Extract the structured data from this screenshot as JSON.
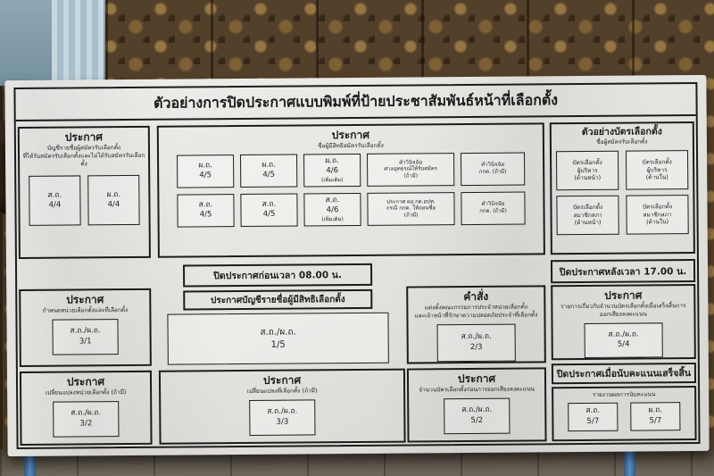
{
  "banner": {
    "title": "ตัวอย่างการปิดประกาศแบบพิมพ์ที่ป้ายประชาสัมพันธ์หน้าที่เลือกตั้ง",
    "strips": {
      "before_0800": "ปิดประกาศก่อนเวลา 08.00 น.",
      "after_1700": "ปิดประกาศหลังเวลา 17.00 น.",
      "after_count": "ปิดประกาศเมื่อนับคะแนนเสร็จสิ้น"
    },
    "sections": {
      "candidates": {
        "header": "ประกาศ",
        "sub1": "บัญชีรายชื่อผู้สมัครรับเลือกตั้ง",
        "sub2": "ที่ได้รับสมัครรับเลือกตั้งและไม่ได้รับสมัครรับเลือกตั้ง",
        "boxes": [
          {
            "line1": "ส.ถ.",
            "line2": "4/4"
          },
          {
            "line1": "ผ.ถ.",
            "line2": "4/4"
          }
        ]
      },
      "eligible": {
        "header": "ประกาศ",
        "sub": "ชื่อผู้มีสิทธิสมัครรับเลือกตั้ง",
        "row1": [
          {
            "line1": "ผ.ถ.",
            "line2": "4/5",
            "line3": ""
          },
          {
            "line1": "ผ.ถ.",
            "line2": "4/5",
            "line3": ""
          },
          {
            "line1": "ผ.ถ.",
            "line2": "4/6",
            "line3": "(เพิ่มเติม)"
          },
          {
            "line1": "คำวินิจฉัย",
            "line2": "ศาลอุทธรณ์ให้รับสมัคร",
            "line3": "(ถ้ามี)"
          },
          {
            "line1": "คำวินิจฉัย",
            "line2": "กกต. (ถ้ามี)",
            "line3": ""
          }
        ],
        "row2": [
          {
            "line1": "ส.ถ.",
            "line2": "4/5",
            "line3": ""
          },
          {
            "line1": "ส.ถ.",
            "line2": "4/5",
            "line3": ""
          },
          {
            "line1": "ส.ถ.",
            "line2": "4/6",
            "line3": "(เพิ่มเติม)"
          },
          {
            "line1": "ประกาศ ผอ.กต.อปท.",
            "line2": "กรณี กกต. ให้ถอนชื่อ",
            "line3": "(ถ้ามี)"
          },
          {
            "line1": "คำวินิจฉัย",
            "line2": "กกต. (ถ้ามี)",
            "line3": ""
          }
        ]
      },
      "ballot_samples": {
        "header": "ตัวอย่างบัตรเลือกตั้ง",
        "sub": "ชื่อผู้สมัครรับเลือกตั้ง",
        "boxes": [
          {
            "line1": "บัตรเลือกตั้ง",
            "line2": "ผู้บริหาร",
            "line3": "(ด้านหน้า)"
          },
          {
            "line1": "บัตรเลือกตั้ง",
            "line2": "ผู้บริหาร",
            "line3": "(ด้านใน)"
          },
          {
            "line1": "บัตรเลือกตั้ง",
            "line2": "สมาชิกสภา",
            "line3": "(ด้านหน้า)"
          },
          {
            "line1": "บัตรเลือกตั้ง",
            "line2": "สมาชิกสภา",
            "line3": "(ด้านใน)"
          }
        ]
      },
      "units": {
        "header": "ประกาศ",
        "sub": "กำหนดหน่วยเลือกตั้งและที่เลือกตั้ง",
        "box": {
          "line1": "ส.ถ./ผ.ถ.",
          "line2": "3/1"
        }
      },
      "unit_change": {
        "header": "ประกาศ",
        "sub": "เปลี่ยนแปลงหน่วยเลือกตั้ง (ถ้ามี)",
        "box": {
          "line1": "ส.ถ./ผ.ถ.",
          "line2": "3/2"
        }
      },
      "voter_list": {
        "header": "ประกาศบัญชีรายชื่อผู้มีสิทธิเลือกตั้ง",
        "box": {
          "line1": "ส.ถ./ผ.ถ.",
          "line2": "1/5"
        }
      },
      "place_change": {
        "header": "ประกาศ",
        "sub": "เปลี่ยนแปลงที่เลือกตั้ง (ถ้ามี)",
        "box": {
          "line1": "ส.ถ./ผ.ถ.",
          "line2": "3/3"
        }
      },
      "order": {
        "header": "คำสั่ง",
        "sub1": "แต่งตั้งคณะกรรมการประจำหน่วยเลือกตั้ง",
        "sub2": "และเจ้าหน้าที่รักษาความปลอดภัยประจำที่เลือกตั้ง",
        "box": {
          "line1": "ส.ถ./ผ.ถ.",
          "line2": "2/3"
        }
      },
      "ballots_before": {
        "header": "ประกาศ",
        "sub": "จำนวนบัตรเลือกตั้งก่อนการออกเสียงลงคะแนน",
        "box": {
          "line1": "ส.ถ./ผ.ถ.",
          "line2": "5/2"
        }
      },
      "ballots_after": {
        "header": "ประกาศ",
        "sub": "รายการเกี่ยวกับจำนวนบัตรเลือกตั้งเมื่อเสร็จสิ้นการออกเสียงลงคะแนน",
        "box": {
          "line1": "ส.ถ./ผ.ถ.",
          "line2": "5/4"
        }
      },
      "report": {
        "header": "รายงานผลการนับคะแนน",
        "boxes": [
          {
            "line1": "ส.ถ.",
            "line2": "5/7"
          },
          {
            "line1": "ผ.ถ.",
            "line2": "5/7"
          }
        ]
      }
    }
  },
  "colors": {
    "banner_paper": "#e6e4df",
    "ink": "#1c1c1c",
    "backdrop_fabric": "#53402a",
    "fabric_gold": "#b3854a",
    "wall_blue": "#8fa6b4",
    "curtain_blue": "#c6d7de",
    "pole_blue": "#3f6d9e"
  }
}
